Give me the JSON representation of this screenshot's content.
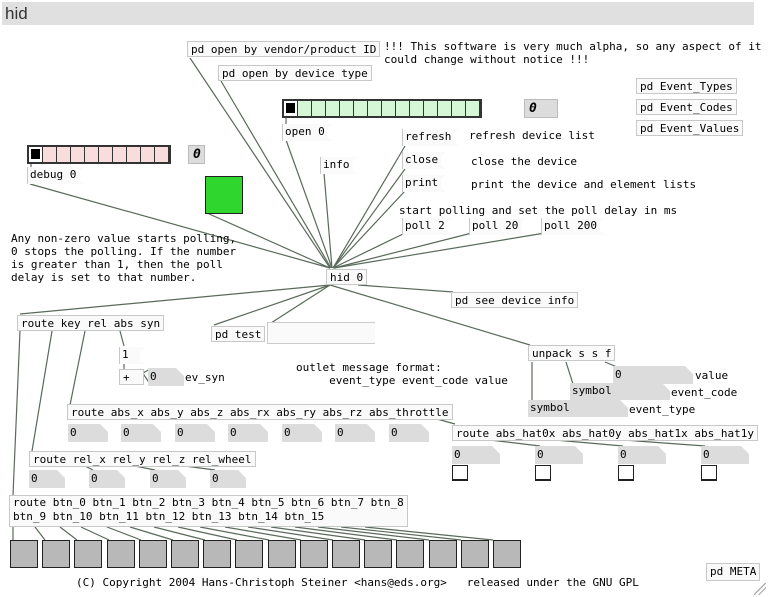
{
  "window": {
    "title": "hid"
  },
  "subpatches": {
    "open_vendor": "pd open by vendor/product ID",
    "open_type": "pd open by device type",
    "event_types": "pd Event_Types",
    "event_codes": "pd Event_Codes",
    "event_values": "pd Event_Values",
    "test": "pd test",
    "see_info": "pd see device info",
    "meta": "pd META"
  },
  "comments": {
    "alpha_warning": "!!! This software is very much alpha, so any aspect of it\ncould change without notice !!!",
    "refresh_desc": "refresh device list",
    "close_desc": "close the device",
    "print_desc": "print the device and element lists",
    "poll_desc": "start polling and set the poll delay in ms",
    "polling_help": "Any non-zero value starts polling,\n0 stops the polling. If the number\nis greater than 1, then the poll\ndelay is set to that number.",
    "outlet_format": "outlet message format:\n     event_type event_code value",
    "value_label": "value",
    "event_code_label": "event_code",
    "event_type_label": "event_type",
    "ev_syn_label": "ev_syn",
    "copyright": "(C) Copyright 2004 Hans-Christoph Steiner <hans@eds.org>   released under the GNU GPL"
  },
  "messages": {
    "open": "open 0",
    "debug": "debug 0",
    "info": "info",
    "refresh": "refresh",
    "close": "close",
    "print": "print",
    "poll_2": "poll 2",
    "poll_20": "poll 20",
    "poll_200": "poll 200",
    "one": "1"
  },
  "objects": {
    "hid": "hid 0",
    "route_main": "route key rel abs syn",
    "plus": "+",
    "unpack": "unpack s s f",
    "route_abs": "route abs_x abs_y abs_z abs_rx abs_ry abs_rz abs_throttle",
    "route_rel": "route rel_x rel_y rel_z rel_wheel",
    "route_hat": "route abs_hat0x abs_hat0y abs_hat1x abs_hat1y",
    "route_btn_line1": "route btn_0 btn_1 btn_2 btn_3 btn_4 btn_5 btn_6 btn_7 btn_8",
    "route_btn_line2": "btn_9 btn_10 btn_11 btn_12 btn_13 btn_14 btn_15"
  },
  "radios": {
    "open_value": "0",
    "open_selected_index": 0,
    "open_cells": 14,
    "debug_value": "0",
    "debug_selected_index": 0,
    "debug_cells": 10
  },
  "numbers": {
    "ev_syn": "0",
    "value": "0",
    "abs": [
      "0",
      "0",
      "0",
      "0",
      "0",
      "0",
      "0"
    ],
    "rel": [
      "0",
      "0",
      "0",
      "0"
    ],
    "hat": [
      "0",
      "0",
      "0",
      "0"
    ]
  },
  "symbols": {
    "event_code": "symbol",
    "event_type": "symbol"
  },
  "toggle": {
    "state": "on",
    "color": "#2ed62e"
  },
  "buttons": {
    "count": 16
  },
  "colors": {
    "open_radio_bg": "#d6f7d6",
    "debug_radio_bg": "#f9dcdc",
    "atom_bg": "#dcdcdc",
    "bang_bg": "#b8b8b8"
  }
}
